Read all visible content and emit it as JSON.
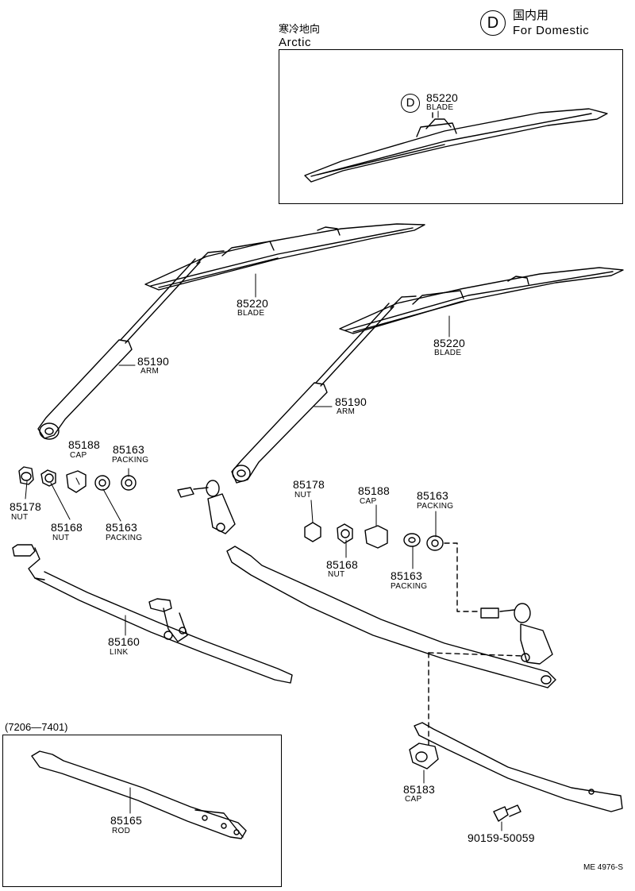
{
  "legend": {
    "domestic_symbol": "D",
    "domestic_jp": "国内用",
    "domestic_en": "For Domestic"
  },
  "arctic_box": {
    "title_jp": "寒冷地向",
    "title_en": "Arctic",
    "symbol": "D",
    "part_no": "85220",
    "part_name": "BLADE"
  },
  "parts": {
    "blade_left": {
      "no": "85220",
      "name": "BLADE"
    },
    "blade_right": {
      "no": "85220",
      "name": "BLADE"
    },
    "arm_left": {
      "no": "85190",
      "name": "ARM"
    },
    "arm_right": {
      "no": "85190",
      "name": "ARM"
    },
    "cap_left": {
      "no": "85188",
      "name": "CAP"
    },
    "packing_left_top": {
      "no": "85163",
      "name": "PACKING"
    },
    "nut_left_outer": {
      "no": "85178",
      "name": "NUT"
    },
    "nut_left_inner": {
      "no": "85168",
      "name": "NUT"
    },
    "packing_left_bottom": {
      "no": "85163",
      "name": "PACKING"
    },
    "nut_right_outer": {
      "no": "85178",
      "name": "NUT"
    },
    "cap_right": {
      "no": "85188",
      "name": "CAP"
    },
    "packing_right_top": {
      "no": "85163",
      "name": "PACKING"
    },
    "nut_right_inner": {
      "no": "85168",
      "name": "NUT"
    },
    "packing_right_bottom": {
      "no": "85163",
      "name": "PACKING"
    },
    "link": {
      "no": "85160",
      "name": "LINK"
    },
    "cap_bottom": {
      "no": "85183",
      "name": "CAP"
    },
    "bolt": {
      "no": "90159-50059"
    }
  },
  "inset_box": {
    "period": "(7206—7401)",
    "part_no": "85165",
    "part_name": "ROD"
  },
  "footer": {
    "ref": "ME 4976-S"
  }
}
